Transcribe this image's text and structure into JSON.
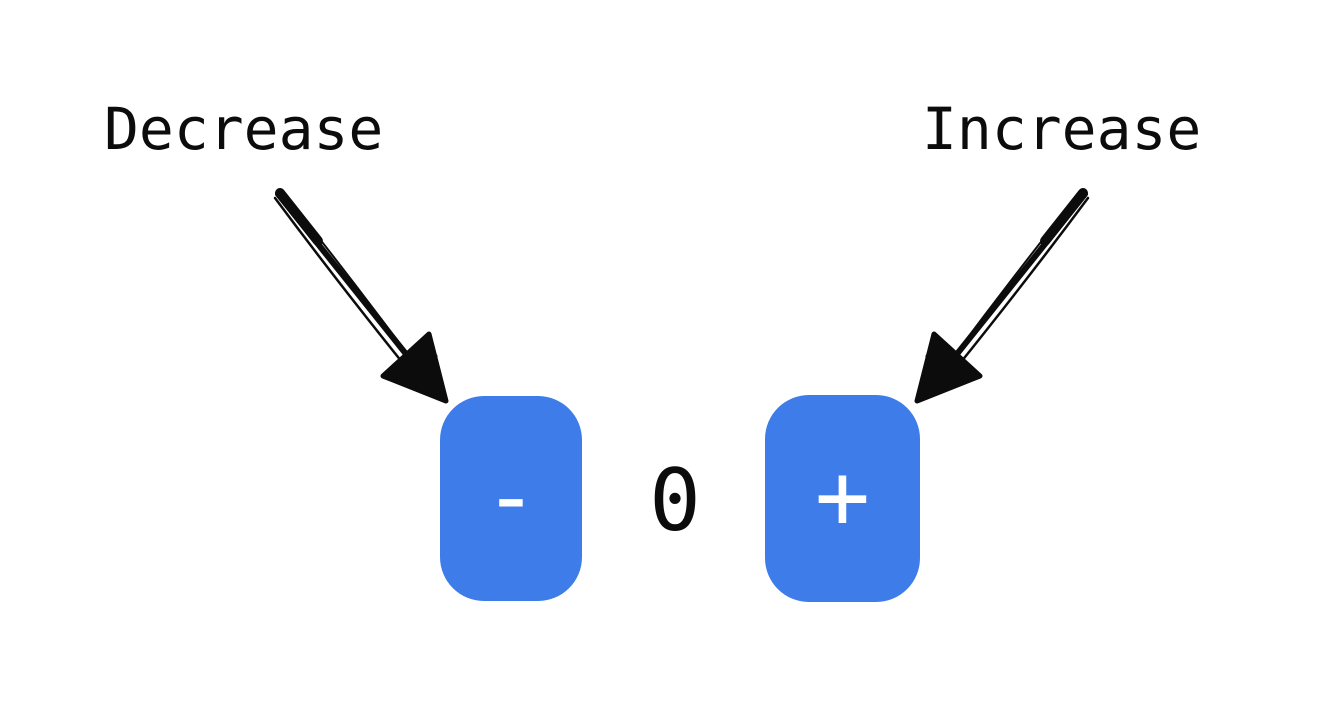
{
  "page": {
    "background": "#ffffff"
  },
  "annotations": {
    "decrease": {
      "label": "Decrease"
    },
    "increase": {
      "label": "Increase"
    }
  },
  "counter": {
    "value": "0",
    "decrement_glyph": "-",
    "increment_glyph": "+"
  },
  "colors": {
    "page_bg": "#ffffff",
    "button_blue": "#3d7ce9",
    "button_glyph_white": "#ffffff",
    "ink_black": "#0c0c0c"
  }
}
